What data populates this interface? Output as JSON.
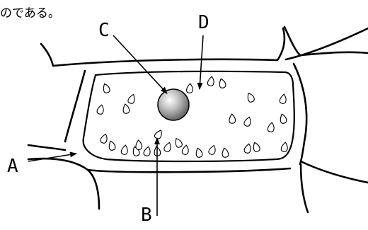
{
  "caption": "のである。",
  "labels": {
    "A": "A",
    "B": "B",
    "C": "C",
    "D": "D"
  }
}
